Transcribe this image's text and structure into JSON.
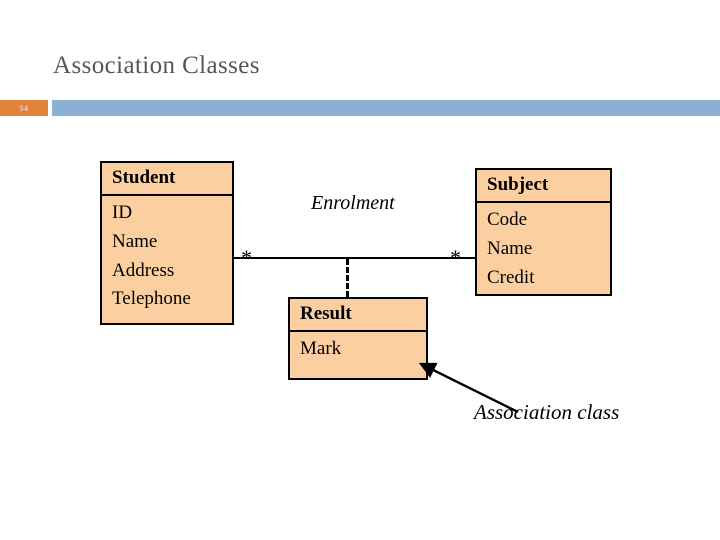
{
  "slide": {
    "title": "Association Classes",
    "number": "54",
    "accent_blue": "#8cb0d3",
    "accent_orange": "#e2813c",
    "class_fill": "#fbcfa0",
    "stroke": "#000000"
  },
  "diagram": {
    "type": "uml-class-diagram",
    "classes": [
      {
        "id": "student",
        "name": "Student",
        "attributes": [
          "ID",
          "Name",
          "Address",
          "Telephone"
        ]
      },
      {
        "id": "subject",
        "name": "Subject",
        "attributes": [
          "Code",
          "Name",
          "Credit"
        ]
      },
      {
        "id": "result",
        "name": "Result",
        "attributes": [
          "Mark"
        ],
        "role": "association-class"
      }
    ],
    "association": {
      "label": "Enrolment",
      "source": "Student",
      "target": "Subject",
      "source_multiplicity": "*",
      "target_multiplicity": "*",
      "association_class": "Result",
      "connector_style": "dashed"
    },
    "annotation": {
      "text": "Association class",
      "points_to": "Result"
    }
  }
}
